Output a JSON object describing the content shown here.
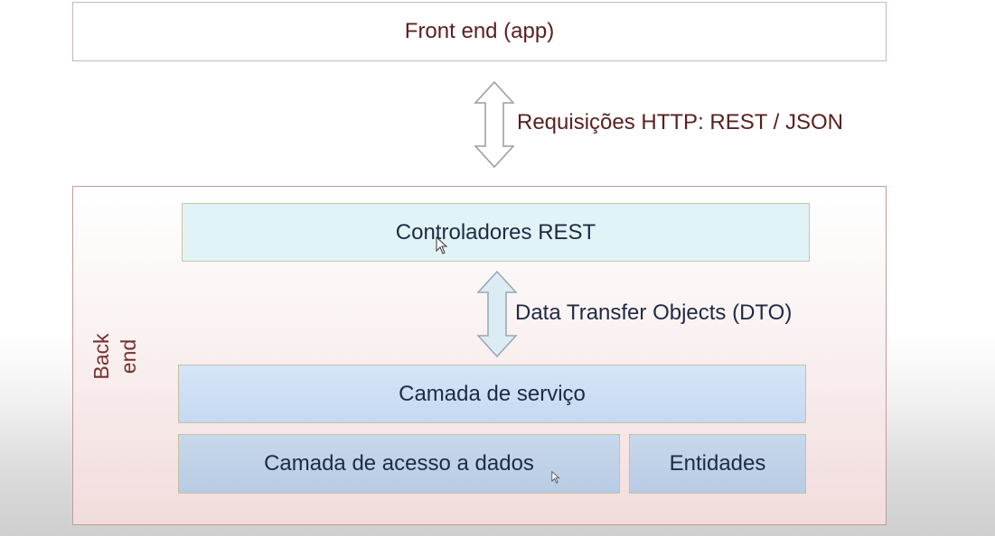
{
  "diagram": {
    "front_end": "Front end (app)",
    "http_label": "Requisições HTTP: REST / JSON",
    "back_end_label": "Back end",
    "controllers": "Controladores REST",
    "dto_label": "Data Transfer Objects (DTO)",
    "service_layer": "Camada de serviço",
    "data_access_layer": "Camada de acesso a dados",
    "entities": "Entidades"
  },
  "colors": {
    "front_end_text": "#5a1f1f",
    "box_text": "#1f2a44",
    "controllers_fill": "#e2f3f8",
    "service_fill": "#c6d9f1",
    "data_access_fill": "#b8cce4",
    "back_end_border": "#c79a9a"
  }
}
